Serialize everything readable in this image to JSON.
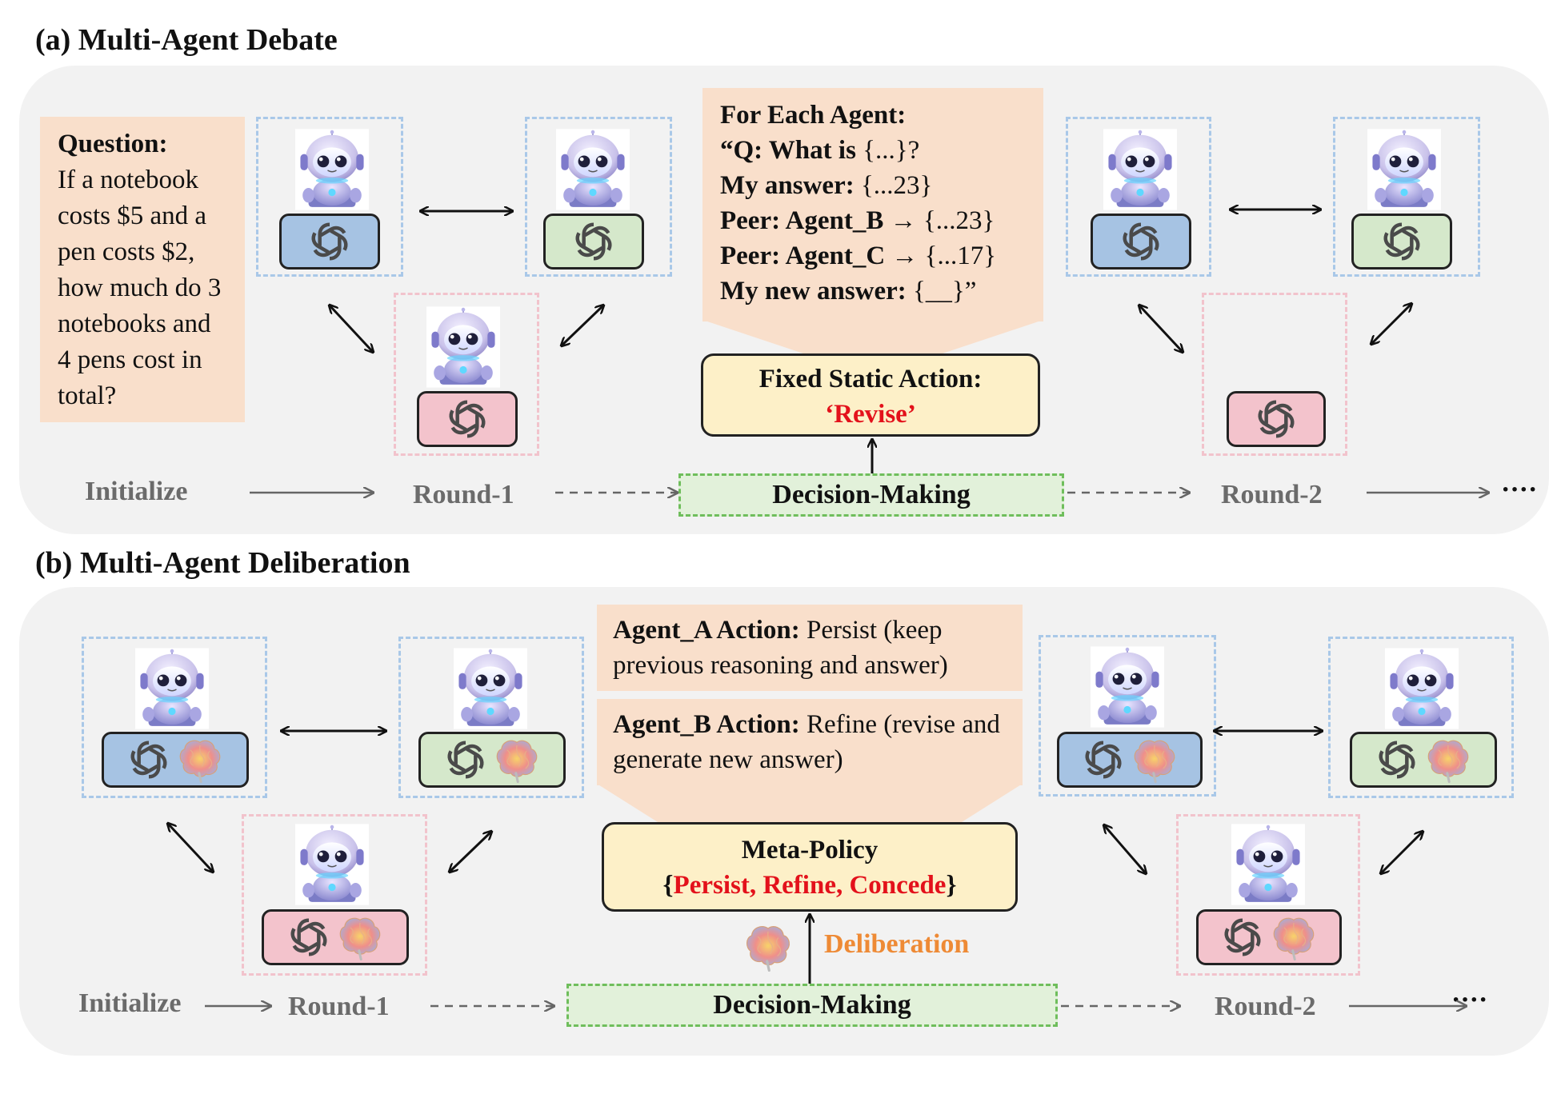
{
  "section_a": {
    "title": "(a) Multi-Agent Debate",
    "question_label": "Question:",
    "question_text": "If a notebook costs $5 and a pen costs $2, how much do 3 notebooks and 4 pens cost in total?",
    "prompt_lines": [
      {
        "bold": "For Each Agent:",
        "rest": ""
      },
      {
        "bold": "“Q: What is ",
        "rest": "{...}?"
      },
      {
        "bold": "My answer: ",
        "rest": "{...23}"
      },
      {
        "bold": "Peer: Agent_B → ",
        "rest": "{...23}"
      },
      {
        "bold": "Peer: Agent_C → ",
        "rest": "{...17}"
      },
      {
        "bold": "My new answer: ",
        "rest": "{__}”"
      }
    ],
    "action_title": "Fixed Static Action:",
    "action_value": "‘Revise’",
    "timeline": {
      "initialize": "Initialize",
      "round1": "Round-1",
      "decision": "Decision-Making",
      "round2": "Round-2",
      "ellipsis": "····"
    }
  },
  "section_b": {
    "title": "(b) Multi-Agent Deliberation",
    "agent_a_label": "Agent_A Action:",
    "agent_a_text": " Persist (keep previous reasoning and answer)",
    "agent_b_label": "Agent_B Action:",
    "agent_b_text": " Refine (revise and generate new answer)",
    "policy_title": "Meta-Policy",
    "policy_open": "{",
    "policy_options": "Persist, Refine, Concede",
    "policy_close": "}",
    "deliberation": "Deliberation",
    "timeline": {
      "initialize": "Initialize",
      "round1": "Round-1",
      "decision": "Decision-Making",
      "round2": "Round-2",
      "ellipsis": "····"
    }
  },
  "icons": {
    "robot": "robot-avatar-icon",
    "model": "openai-logo-icon",
    "brain": "brain-icon"
  },
  "colors": {
    "blue_agent": "#a6c3e3",
    "green_agent": "#d5e8cb",
    "pink_agent": "#f3c3cc",
    "highlight_red": "#e3111b",
    "deliberation_orange": "#ee8a35",
    "info_box": "#f9dfcb",
    "action_box": "#fdf0c8"
  }
}
